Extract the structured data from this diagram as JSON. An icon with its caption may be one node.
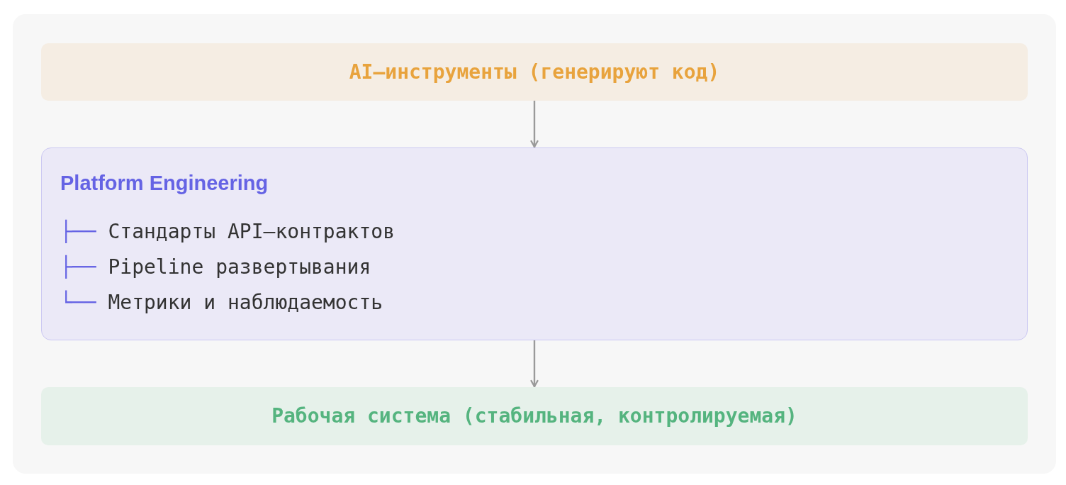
{
  "diagram": {
    "nodes": [
      {
        "text": [
          "AI–инструменты (генерируют код)"
        ]
      },
      {
        "text": [
          "Platform Engineering",
          "├── Стандарты API–контрактов",
          "├── Pipeline развертывания",
          "└── Метрики и наблюдаемость"
        ]
      },
      {
        "text": [
          "Рабочая система (стабильная, контролируемая)"
        ]
      }
    ],
    "edges": [
      {
        "from": 0,
        "to": 1,
        "arrow": "to"
      },
      {
        "from": 1,
        "to": 2,
        "arrow": "to"
      }
    ]
  }
}
